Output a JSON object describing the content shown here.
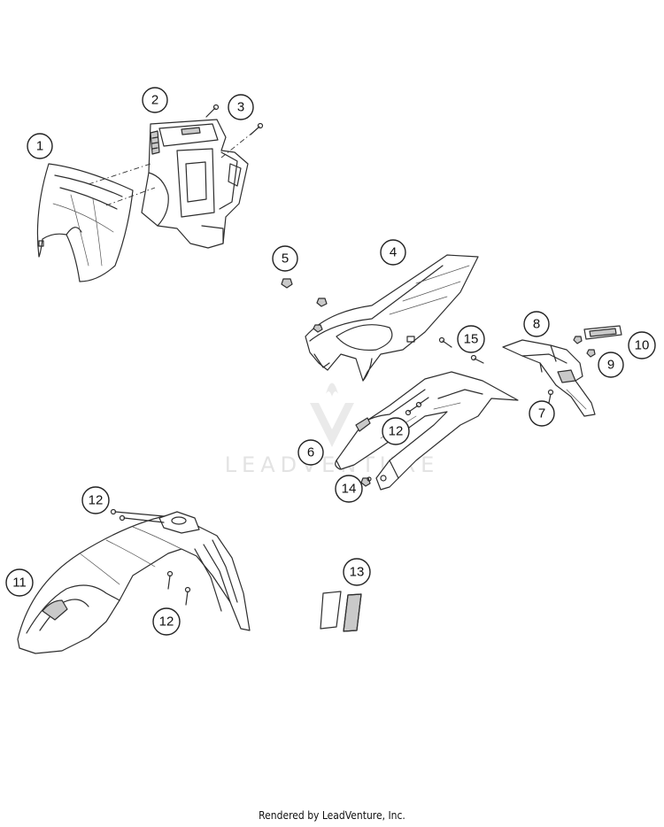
{
  "callouts": [
    {
      "id": "callout-1",
      "label": "1"
    },
    {
      "id": "callout-2",
      "label": "2"
    },
    {
      "id": "callout-3",
      "label": "3"
    },
    {
      "id": "callout-4",
      "label": "4"
    },
    {
      "id": "callout-5",
      "label": "5"
    },
    {
      "id": "callout-6",
      "label": "6"
    },
    {
      "id": "callout-7",
      "label": "7"
    },
    {
      "id": "callout-8",
      "label": "8"
    },
    {
      "id": "callout-9",
      "label": "9"
    },
    {
      "id": "callout-10",
      "label": "10"
    },
    {
      "id": "callout-11",
      "label": "11"
    },
    {
      "id": "callout-12a",
      "label": "12"
    },
    {
      "id": "callout-12b",
      "label": "12"
    },
    {
      "id": "callout-12c",
      "label": "12"
    },
    {
      "id": "callout-13",
      "label": "13"
    },
    {
      "id": "callout-14",
      "label": "14"
    },
    {
      "id": "callout-15",
      "label": "15"
    }
  ],
  "watermark": {
    "text": "LEADVENTURE"
  },
  "footer": {
    "text": "Rendered by LeadVenture, Inc."
  }
}
